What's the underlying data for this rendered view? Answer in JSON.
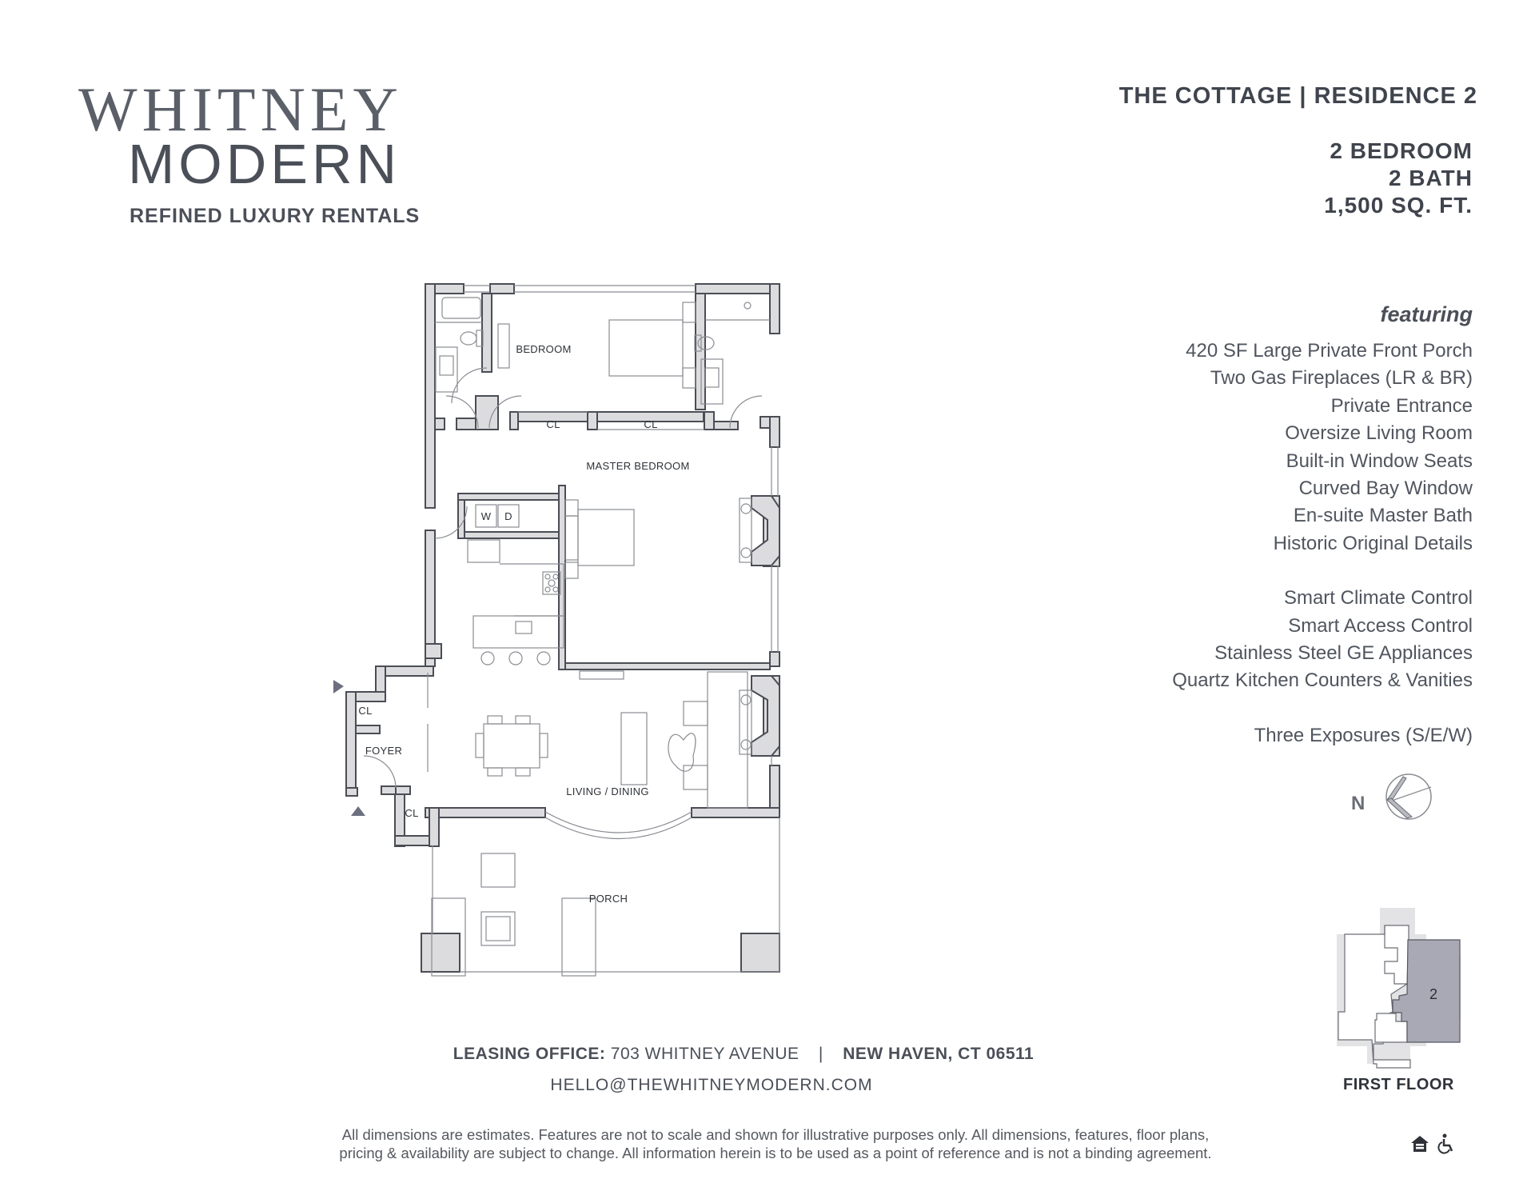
{
  "brand": {
    "name_line1": "WHITNEY",
    "name_line2": "MODERN",
    "tagline": "REFINED LUXURY RENTALS"
  },
  "unit": {
    "title": "THE COTTAGE | RESIDENCE 2",
    "bedrooms": "2 BEDROOM",
    "baths": "2 BATH",
    "area": "1,500 SQ. FT."
  },
  "features": {
    "heading": "featuring",
    "group1": [
      "420 SF Large Private Front Porch",
      "Two Gas Fireplaces (LR & BR)",
      "Private Entrance",
      "Oversize Living Room",
      "Built-in Window Seats",
      "Curved Bay Window",
      "En-suite Master Bath",
      "Historic Original Details"
    ],
    "group2": [
      "Smart Climate Control",
      "Smart Access Control",
      "Stainless Steel GE Appliances",
      "Quartz Kitchen Counters & Vanities"
    ],
    "group3": [
      "Three Exposures (S/E/W)"
    ]
  },
  "compass": {
    "label": "N",
    "icon": "north-arrow-icon"
  },
  "floor_plan": {
    "rooms": {
      "bedroom": "BEDROOM",
      "master_bedroom": "MASTER BEDROOM",
      "closet_1": "CL",
      "closet_2": "CL",
      "closet_3": "CL",
      "closet_4": "CL",
      "washer": "W",
      "dryer": "D",
      "foyer": "FOYER",
      "living_dining": "LIVING / DINING",
      "porch": "PORCH"
    },
    "colors": {
      "wall_fill": "#dcdcde",
      "wall_stroke": "#4a4d55",
      "entry_marker": "#6d6f80"
    }
  },
  "keyplan": {
    "unit_number": "2",
    "floor_label": "FIRST FLOOR",
    "highlight_color": "#a9a9b5"
  },
  "footer": {
    "leasing_label": "LEASING OFFICE:",
    "address": "703 WHITNEY AVENUE",
    "separator": "|",
    "city": "NEW HAVEN, CT 06511",
    "email": "HELLO@THEWHITNEYMODERN.COM",
    "disclaimer_line1": "All dimensions are estimates. Features are not to scale and shown for illustrative purposes only. All dimensions, features, floor plans,",
    "disclaimer_line2": "pricing & availability are subject to change. All information herein is to be used as a point of reference and is not a binding agreement.",
    "icons": [
      "equal-housing-icon",
      "accessibility-icon"
    ]
  }
}
